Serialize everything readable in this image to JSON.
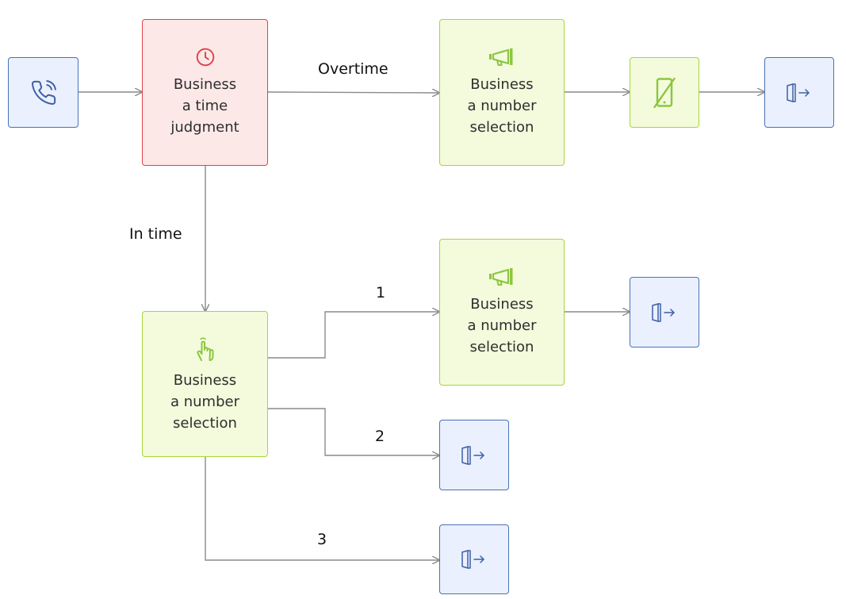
{
  "nodes": {
    "start": {
      "icon": "phone-call-icon",
      "kind": "blue"
    },
    "time_judgment": {
      "icon": "clock-icon",
      "kind": "red",
      "lines": [
        "Business",
        "a time",
        "judgment"
      ]
    },
    "overtime_announce": {
      "icon": "megaphone-icon",
      "kind": "green",
      "lines": [
        "Business",
        "a number",
        "selection"
      ]
    },
    "hangup": {
      "icon": "phone-off-icon",
      "kind": "green"
    },
    "exit_overtime": {
      "icon": "exit-door-icon",
      "kind": "blue"
    },
    "menu": {
      "icon": "hand-pointer-icon",
      "kind": "green",
      "lines": [
        "Business",
        "a number",
        "selection"
      ]
    },
    "option1_announce": {
      "icon": "megaphone-icon",
      "kind": "green",
      "lines": [
        "Business",
        "a number",
        "selection"
      ]
    },
    "exit_option1": {
      "icon": "exit-door-icon",
      "kind": "blue"
    },
    "exit_option2": {
      "icon": "exit-door-icon",
      "kind": "blue"
    },
    "exit_option3": {
      "icon": "exit-door-icon",
      "kind": "blue"
    }
  },
  "edges": {
    "overtime": "Overtime",
    "in_time": "In time",
    "option1": "1",
    "option2": "2",
    "option3": "3"
  },
  "colors": {
    "connector": "#8a8a8a",
    "red_border": "#e0424a",
    "red_fill": "#fde8e8",
    "green_border": "#a8d63a",
    "green_fill": "#f3fbdc",
    "green_icon": "#8cc63f",
    "blue_border": "#4a72b8",
    "blue_fill": "#eaf0fd",
    "blue_icon": "#3d5fa5"
  }
}
